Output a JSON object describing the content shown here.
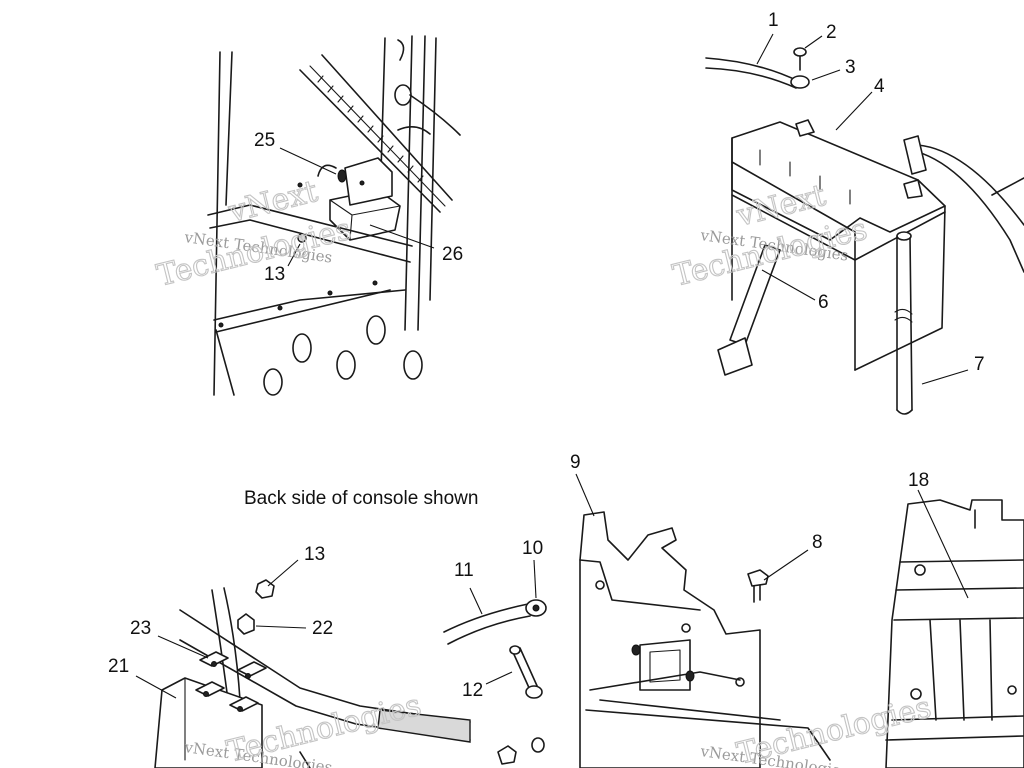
{
  "caption": "Back side of console shown",
  "callouts": {
    "c1": "1",
    "c2": "2",
    "c3": "3",
    "c4": "4",
    "c6": "6",
    "c7": "7",
    "c8": "8",
    "c9": "9",
    "c10": "10",
    "c11": "11",
    "c12": "12",
    "c13a": "13",
    "c13b": "13",
    "c18": "18",
    "c21": "21",
    "c22": "22",
    "c23": "23",
    "c25": "25",
    "c26": "26"
  },
  "watermark": {
    "line1": "vNext Technologies",
    "line2": "Technologies",
    "line3": "vNext"
  }
}
